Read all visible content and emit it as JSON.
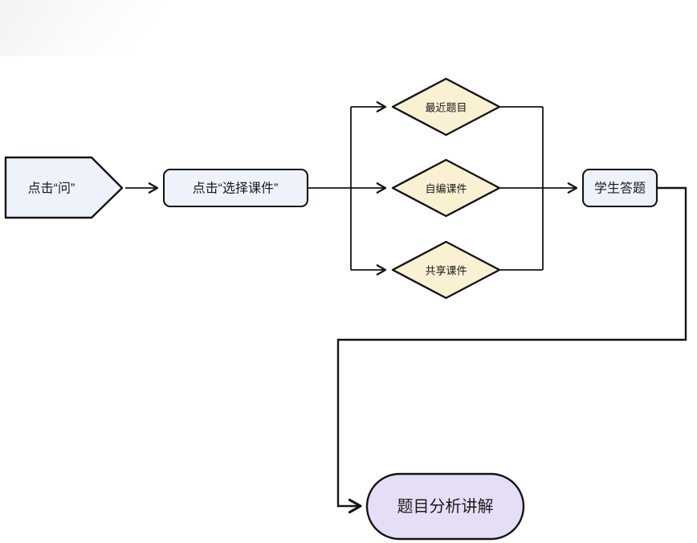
{
  "flowchart": {
    "type": "flowchart",
    "background_color": "#ffffff",
    "line_color": "#141414",
    "text_color": "#1a1a1a",
    "nodes": {
      "start": {
        "label": "点击“问”",
        "shape": "pentagon-arrow",
        "fill": "#edf2fb"
      },
      "select_courseware": {
        "label": "点击“选择课件”",
        "shape": "rounded-rect",
        "fill": "#edf2fb"
      },
      "recent_questions": {
        "label": "最近题目",
        "shape": "diamond",
        "fill": "#faf0d2"
      },
      "self_made_courseware": {
        "label": "自编课件",
        "shape": "diamond",
        "fill": "#faf0d2"
      },
      "shared_courseware": {
        "label": "共享课件",
        "shape": "diamond",
        "fill": "#faf0d2"
      },
      "student_answer": {
        "label": "学生答题",
        "shape": "rounded-rect",
        "fill": "#edf2fb"
      },
      "question_analysis": {
        "label": "题目分析讲解",
        "shape": "stadium",
        "fill": "#e6def6"
      }
    },
    "edges": [
      {
        "from": "start",
        "to": "select_courseware"
      },
      {
        "from": "select_courseware",
        "to": "recent_questions"
      },
      {
        "from": "select_courseware",
        "to": "self_made_courseware"
      },
      {
        "from": "select_courseware",
        "to": "shared_courseware"
      },
      {
        "from": "recent_questions",
        "to": "student_answer"
      },
      {
        "from": "self_made_courseware",
        "to": "student_answer"
      },
      {
        "from": "shared_courseware",
        "to": "student_answer"
      },
      {
        "from": "student_answer",
        "to": "question_analysis"
      }
    ]
  }
}
